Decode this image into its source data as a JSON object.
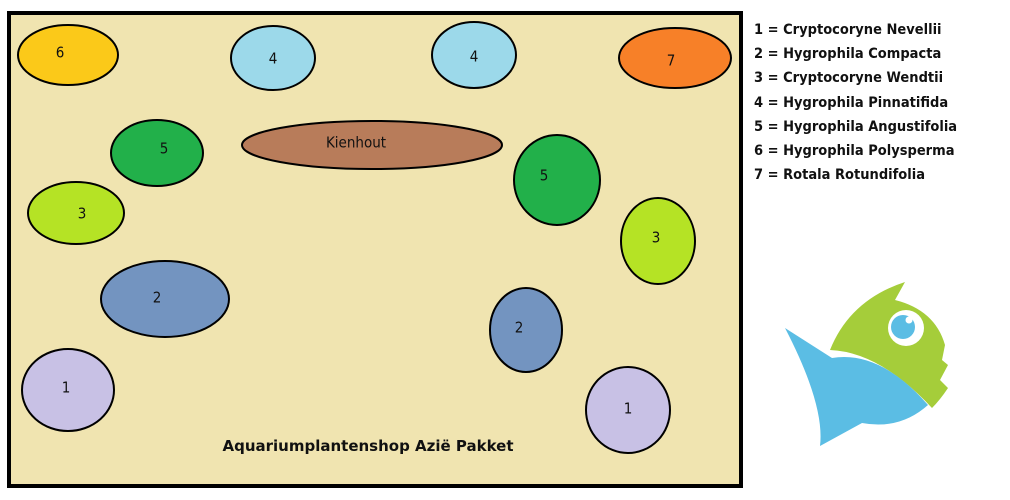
{
  "plants": {
    "p6": "6",
    "p4a": "4",
    "p4b": "4",
    "p7": "7",
    "p5a": "5",
    "kienhout": "Kienhout",
    "p3a": "3",
    "p5b": "5",
    "p3b": "3",
    "p2a": "2",
    "p2b": "2",
    "p1a": "1",
    "p1b": "1"
  },
  "caption": "Aquariumplantenshop Azië Pakket",
  "legend": [
    "1 = Cryptocoryne Nevellii",
    "2 = Hygrophila Compacta",
    "3 = Cryptocoryne Wendtii",
    "4 = Hygrophila Pinnatifida",
    "5 = Hygrophila Angustifolia",
    "6 = Hygrophila Polysperma",
    "7 = Rotala Rotundifolia"
  ],
  "colors": {
    "sand": "#f0e4b0",
    "p1": "#c8c1e5",
    "p2": "#7394c0",
    "p3": "#b5e325",
    "p4": "#9cd9ea",
    "p5": "#22b04a",
    "p6": "#fbc919",
    "p7": "#f78028",
    "wood": "#b87c5a",
    "fish_green": "#a5cd3a",
    "fish_blue": "#5bbde4"
  }
}
